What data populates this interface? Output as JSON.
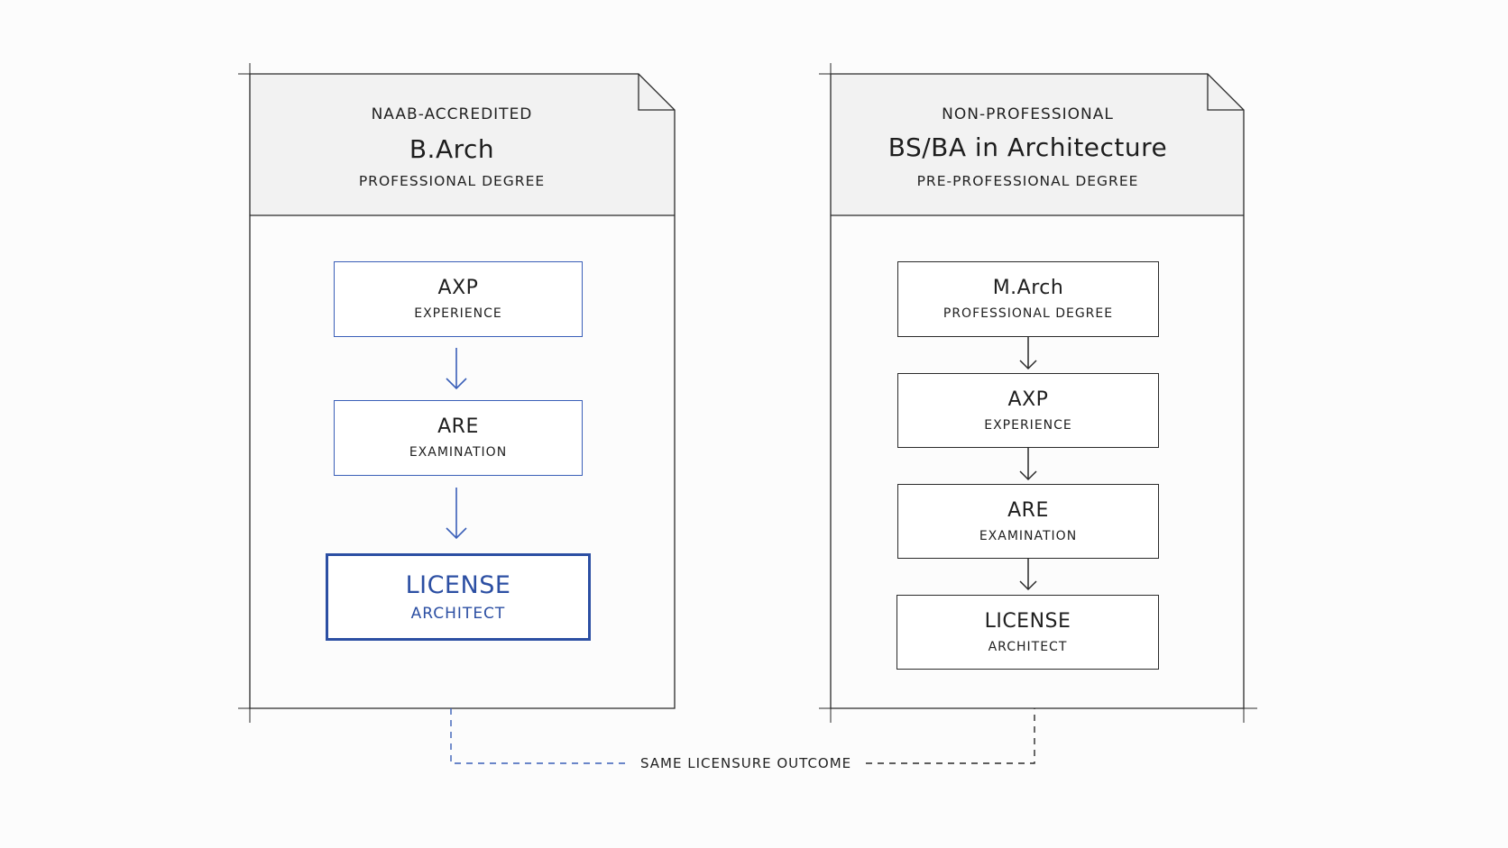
{
  "left_card": {
    "kicker": "NAAB-ACCREDITED",
    "title": "B.Arch",
    "subtitle": "PROFESSIONAL DEGREE",
    "steps": [
      {
        "title": "AXP",
        "sub": "EXPERIENCE"
      },
      {
        "title": "ARE",
        "sub": "EXAMINATION"
      },
      {
        "title": "LICENSE",
        "sub": "ARCHITECT"
      }
    ]
  },
  "right_card": {
    "kicker": "NON-PROFESSIONAL",
    "title": "BS/BA in Architecture",
    "subtitle": "PRE-PROFESSIONAL DEGREE",
    "steps": [
      {
        "title": "M.Arch",
        "sub": "PROFESSIONAL DEGREE"
      },
      {
        "title": "AXP",
        "sub": "EXPERIENCE"
      },
      {
        "title": "ARE",
        "sub": "EXAMINATION"
      },
      {
        "title": "LICENSE",
        "sub": "ARCHITECT"
      }
    ]
  },
  "connector_label": "SAME LICENSURE OUTCOME",
  "colors": {
    "accent_blue": "#2c4fa3",
    "ink": "#2a2a2a",
    "header_fill": "#f2f2f2",
    "background": "#fcfcfc"
  }
}
